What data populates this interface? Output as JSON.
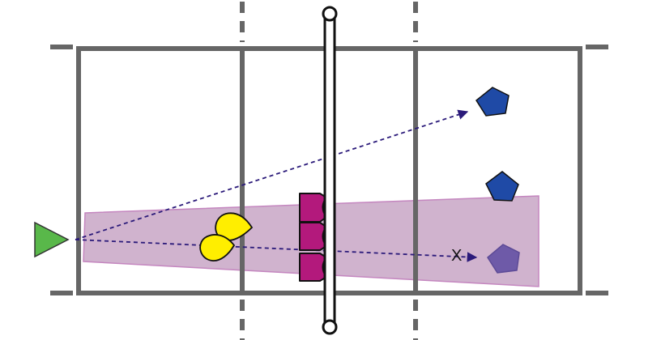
{
  "diagram": {
    "target_label": "X",
    "colors": {
      "court_lines": "#666666",
      "net_post": "#111111",
      "serve_zone_fill": "#c8a6c6",
      "serve_zone_stroke": "#c486bf",
      "server_marker": "#59b84a",
      "blockers": "#b3197c",
      "receivers": "#ffee00",
      "defenders": "#1f4aa6",
      "target_defender": "#6e5aa8",
      "trajectory": "#2b1a7a"
    },
    "icons": {
      "server": "triangle-icon",
      "blocker": "blocker-shape-icon",
      "receiver": "teardrop-icon",
      "defender": "pentagon-icon"
    },
    "counts": {
      "blockers": 3,
      "receivers": 2,
      "defenders": 3,
      "trajectories": 2
    }
  }
}
